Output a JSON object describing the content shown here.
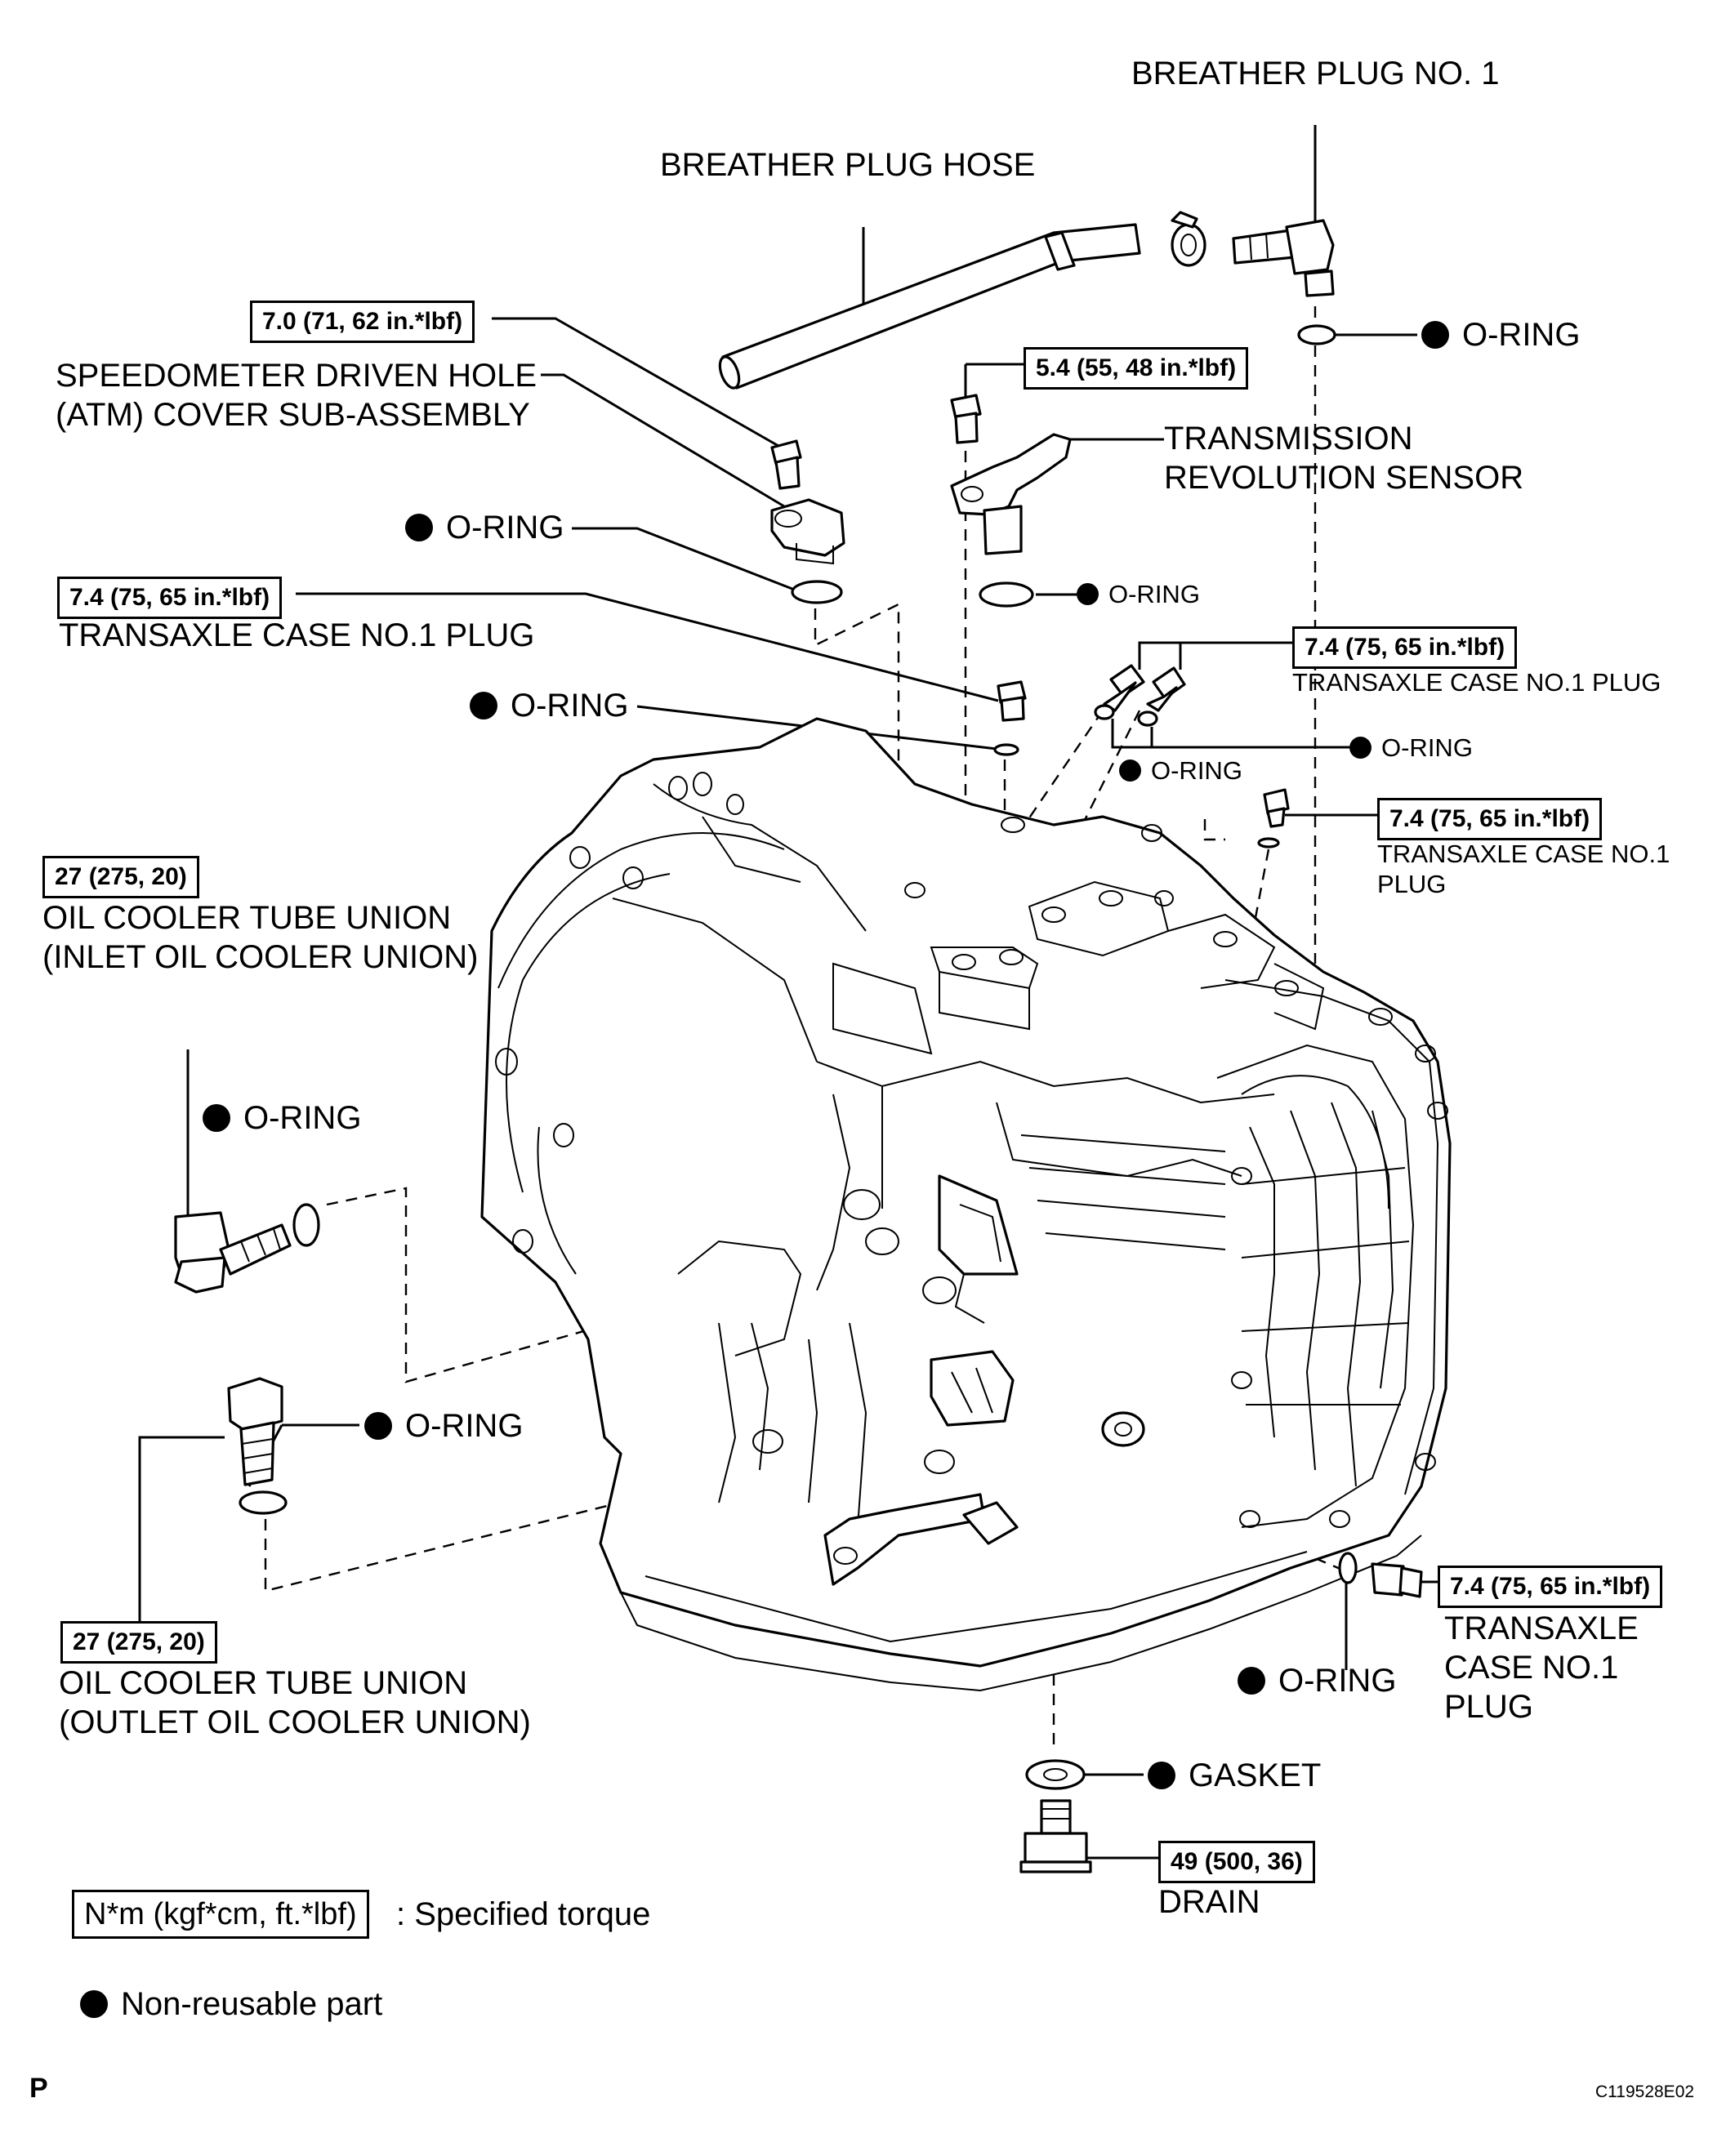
{
  "labels": {
    "breather_plug_no1": "BREATHER PLUG NO. 1",
    "breather_plug_hose": "BREATHER PLUG HOSE",
    "o_ring": "O-RING",
    "speedometer_cover_line1": "SPEEDOMETER DRIVEN HOLE",
    "speedometer_cover_line2": "(ATM) COVER SUB-ASSEMBLY",
    "transmission_sensor_line1": "TRANSMISSION",
    "transmission_sensor_line2": "REVOLUTION SENSOR",
    "transaxle_case_no1_plug": "TRANSAXLE CASE NO.1 PLUG",
    "transaxle_case_no1_plug_a": "TRANSAXLE CASE NO.1",
    "transaxle_case_no1_plug_b": "PLUG",
    "transaxle_line1": "TRANSAXLE",
    "case_no1_line2": "CASE NO.1",
    "plug_line3": "PLUG",
    "inlet_union_line1": "OIL COOLER TUBE UNION",
    "inlet_union_line2": "(INLET OIL COOLER UNION)",
    "outlet_union_line1": "OIL COOLER TUBE UNION",
    "outlet_union_line2": "(OUTLET OIL COOLER UNION)",
    "gasket": "GASKET",
    "drain": "DRAIN"
  },
  "torques": {
    "speedometer_cover": "7.0 (71, 62 in.*lbf)",
    "transmission_sensor": "5.4 (55, 48 in.*lbf)",
    "left_case_plug": "7.4 (75, 65 in.*lbf)",
    "right_top_case_plug": "7.4 (75, 65 in.*lbf)",
    "right_mid_case_plug": "7.4 (75, 65 in.*lbf)",
    "bottom_case_plug": "7.4 (75, 65 in.*lbf)",
    "inlet_union": "27 (275, 20)",
    "outlet_union": "27 (275, 20)",
    "drain_plug": "49 (500, 36)"
  },
  "legend": {
    "torque_unit": "N*m (kgf*cm, ft.*lbf)",
    "torque_desc": ": Specified torque",
    "non_reusable": "Non-reusable part"
  },
  "footer": {
    "letter": "P",
    "figure_id": "C119528E02"
  }
}
